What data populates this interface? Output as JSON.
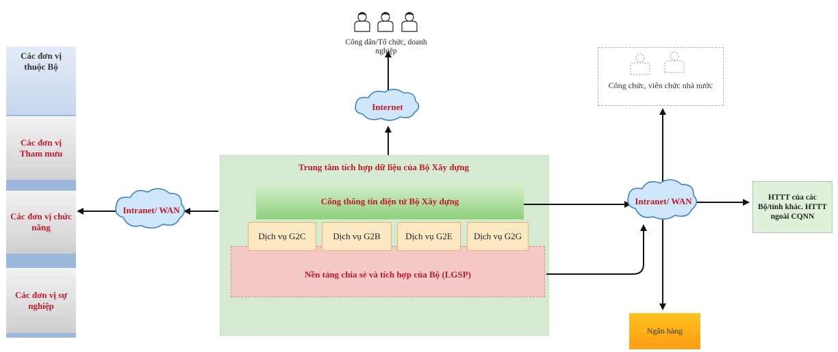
{
  "left_column": {
    "items": [
      "Các đơn vị thuộc Bộ",
      "Các đơn vị Tham mưu",
      "Các đơn vị chức năng",
      "Các đơn vị sự nghiệp"
    ]
  },
  "citizens": {
    "label": "Công dân/Tổ chức, doanh nghiệp"
  },
  "clouds": {
    "top": "Internet",
    "left": "Intranet/ WAN",
    "right": "Intranet/ WAN"
  },
  "center": {
    "title": "Trung tâm tích hợp dữ liệu của Bộ Xây dựng",
    "portal": "Cổng thông tin điện tử Bộ Xây dựng",
    "services": [
      "Dịch vụ G2C",
      "Dịch vụ G2B",
      "Dịch vụ G2E",
      "Dịch vụ G2G"
    ],
    "lgsp": "Nền tảng chia sẻ và tích hợp của Bộ (LGSP)"
  },
  "staff": {
    "label": "Công chức, viên chức nhà nước"
  },
  "external_systems": {
    "label": "HTTT của các Bộ/tỉnh khác. HTTT ngoài CQNN"
  },
  "bank": {
    "label": "Ngân hàng"
  },
  "colors": {
    "accent_red": "#c0182a",
    "center_green": "#d6ead3",
    "portal_green": "#8fcf7c",
    "lgsp_pink": "#f6c9c9",
    "service_orange": "#fde8c4",
    "bank_orange": "#ff9d12",
    "cloud_blue": "#cfe6fb"
  }
}
